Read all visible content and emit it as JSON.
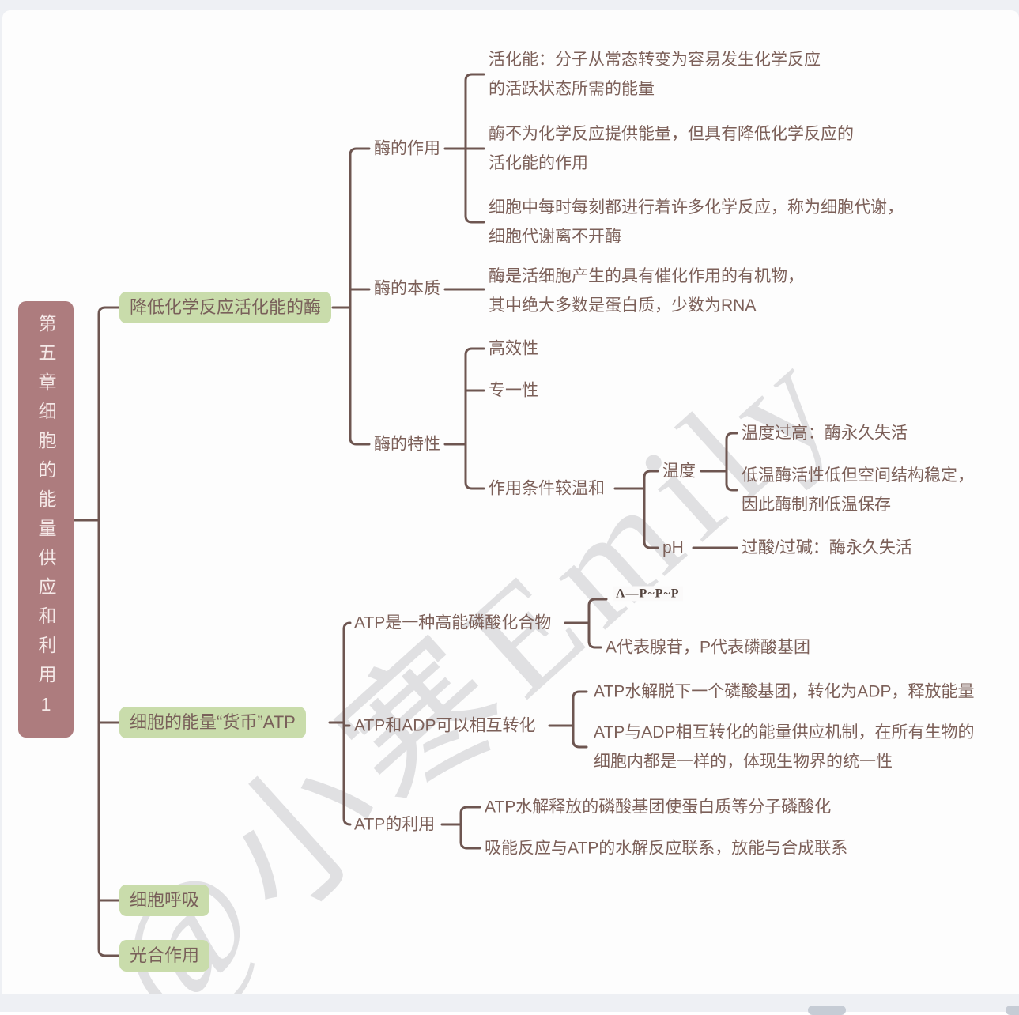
{
  "watermark": "@小寒Emily",
  "colors": {
    "root_bg": "#ad7c7e",
    "branch_bg": "#c9dcab",
    "line": "#6e5651",
    "text": "#7c6059"
  },
  "mindmap": {
    "root": {
      "label": "第五章细胞的能量供应和利用1"
    },
    "enzyme": {
      "label": "降低化学反应活化能的酶",
      "action": {
        "label": "酶的作用",
        "activation_energy": {
          "lines": [
            "活化能：分子从常态转变为容易发生化学反应",
            "的活跃状态所需的能量"
          ]
        },
        "no_energy": {
          "lines": [
            "酶不为化学反应提供能量，但具有降低化学反应的",
            "活化能的作用"
          ]
        },
        "metabolism": {
          "lines": [
            "细胞中每时每刻都进行着许多化学反应，称为细胞代谢，",
            "细胞代谢离不开酶"
          ]
        }
      },
      "nature": {
        "label": "酶的本质",
        "definition": {
          "lines": [
            "酶是活细胞产生的具有催化作用的有机物，",
            "其中绝大多数是蛋白质，少数为RNA"
          ]
        }
      },
      "properties": {
        "label": "酶的特性",
        "efficiency": {
          "label": "高效性"
        },
        "specificity": {
          "label": "专一性"
        },
        "mild_conditions": {
          "label": "作用条件较温和",
          "temperature": {
            "label": "温度",
            "high_temp": {
              "lines": [
                "温度过高：酶永久失活"
              ]
            },
            "low_temp": {
              "lines": [
                "低温酶活性低但空间结构稳定，",
                "因此酶制剂低温保存"
              ]
            }
          },
          "ph": {
            "label": "pH",
            "extreme": {
              "lines": [
                "过酸/过碱：酶永久失活"
              ]
            }
          }
        }
      }
    },
    "atp": {
      "label": "细胞的能量“货币”ATP",
      "high_energy": {
        "label": "ATP是一种高能磷酸化合物",
        "formula": {
          "label": "A—P~P~P"
        },
        "meaning": {
          "lines": [
            "A代表腺苷，P代表磷酸基团"
          ]
        }
      },
      "conversion": {
        "label": "ATP和ADP可以相互转化",
        "hydrolysis": {
          "lines": [
            "ATP水解脱下一个磷酸基团，转化为ADP，释放能量"
          ]
        },
        "unity": {
          "lines": [
            "ATP与ADP相互转化的能量供应机制，在所有生物的",
            "细胞内都是一样的，体现生物界的统一性"
          ]
        }
      },
      "usage": {
        "label": "ATP的利用",
        "phosphorylation": {
          "lines": [
            "ATP水解释放的磷酸基团使蛋白质等分子磷酸化"
          ]
        },
        "coupling": {
          "lines": [
            "吸能反应与ATP的水解反应联系，放能与合成联系"
          ]
        }
      }
    },
    "respiration": {
      "label": "细胞呼吸"
    },
    "photosynthesis": {
      "label": "光合作用"
    }
  }
}
